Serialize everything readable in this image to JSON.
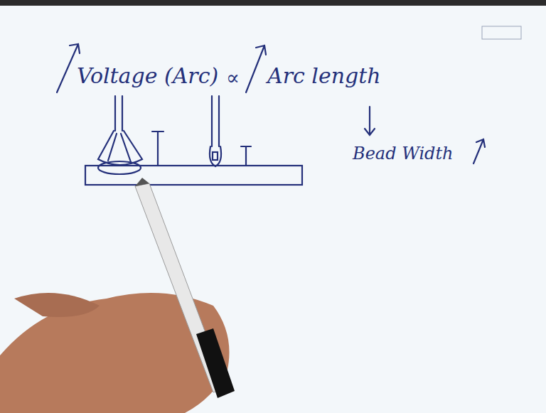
{
  "diagram": {
    "labels": [
      "Voltage (Arc)",
      "∝",
      "Arc length",
      "Bead Width"
    ]
  }
}
